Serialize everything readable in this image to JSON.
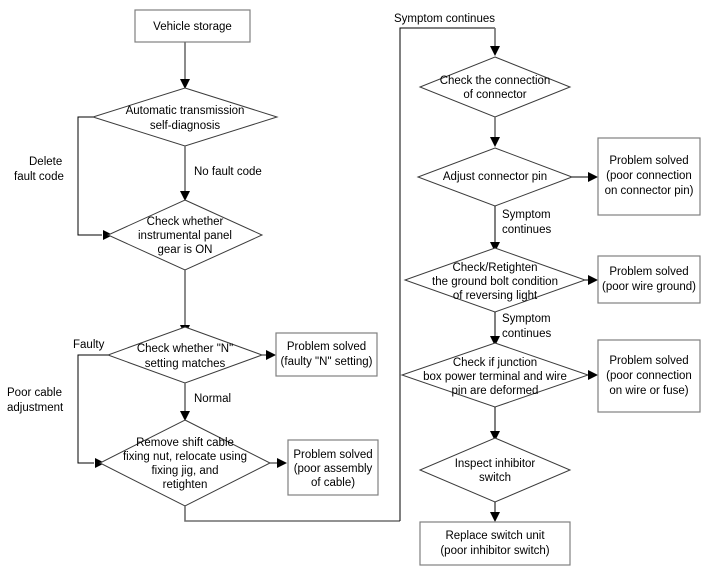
{
  "diagram": {
    "type": "flowchart",
    "title": "Inhibitor switch / shift cable troubleshooting flowchart",
    "nodes": {
      "vehicle_storage": {
        "shape": "box",
        "text": "Vehicle storage"
      },
      "auto_trans_self_diag": {
        "shape": "diamond",
        "line1": "Automatic transmission",
        "line2": "self-diagnosis"
      },
      "check_panel_gear": {
        "shape": "diamond",
        "line1": "Check whether",
        "line2": "instrumental panel",
        "line3": "gear is ON"
      },
      "check_n_setting": {
        "shape": "diamond",
        "line1": "Check whether \"N\"",
        "line2": "setting matches"
      },
      "solved_n_setting": {
        "shape": "box",
        "line1": "Problem solved",
        "line2": "(faulty \"N\" setting)"
      },
      "remove_shift_cable": {
        "shape": "diamond",
        "line1": "Remove shift cable",
        "line2": "fixing nut, relocate using",
        "line3": "fixing jig, and",
        "line4": "retighten"
      },
      "solved_cable_assembly": {
        "shape": "box",
        "line1": "Problem solved",
        "line2": "(poor assembly",
        "line3": "of cable)"
      },
      "check_connector_connection": {
        "shape": "diamond",
        "line1": "Check the connection",
        "line2": "of connector"
      },
      "adjust_connector_pin": {
        "shape": "diamond",
        "line1": "Adjust connector pin"
      },
      "solved_connector_pin": {
        "shape": "box",
        "line1": "Problem solved",
        "line2": "(poor connection",
        "line3": "on connector pin)"
      },
      "check_ground_bolt": {
        "shape": "diamond",
        "line1": "Check/Retighten",
        "line2": "the ground bolt condition",
        "line3": "of reversing light"
      },
      "solved_wire_ground": {
        "shape": "box",
        "line1": "Problem solved",
        "line2": "(poor wire ground)"
      },
      "check_junction_box": {
        "shape": "diamond",
        "line1": "Check if junction",
        "line2": "box power terminal and wire",
        "line3": "pin are deformed"
      },
      "solved_wire_fuse": {
        "shape": "box",
        "line1": "Problem solved",
        "line2": "(poor connection",
        "line3": "on wire or fuse)"
      },
      "inspect_inhibitor_switch": {
        "shape": "diamond",
        "line1": "Inspect inhibitor",
        "line2": "switch"
      },
      "replace_switch_unit": {
        "shape": "box",
        "line1": "Replace switch unit",
        "line2": "(poor inhibitor switch)"
      }
    },
    "edge_labels": {
      "delete_fault_code": {
        "line1": "Delete",
        "line2": "fault code"
      },
      "no_fault_code": {
        "text": "No fault code"
      },
      "faulty": {
        "text": "Faulty"
      },
      "normal": {
        "text": "Normal"
      },
      "poor_cable_adjustment": {
        "line1": "Poor cable",
        "line2": "adjustment"
      },
      "symptom_continues_top": {
        "text": "Symptom continues"
      },
      "symptom_continues_1": {
        "line1": "Symptom",
        "line2": "continues"
      },
      "symptom_continues_2": {
        "line1": "Symptom",
        "line2": "continues"
      }
    },
    "colors": {
      "background": "#ffffff",
      "box_stroke": "#808080",
      "diamond_stroke": "#3b3b3b",
      "connector": "#6e6e6e",
      "text": "#000000"
    }
  }
}
